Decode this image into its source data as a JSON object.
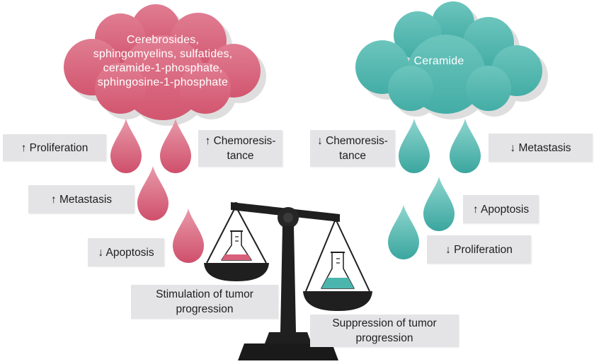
{
  "clouds": {
    "left": {
      "lines": [
        "Cerebrosides,",
        "sphingomyelins, sulfatides,",
        "ceramide-1-phosphate,",
        "sphingosine-1-phosphate"
      ],
      "color": "#d9607a"
    },
    "right": {
      "lines": [
        "Ceramide"
      ],
      "color": "#4cb5ad"
    }
  },
  "left_effects": {
    "proliferation": "↑ Proliferation",
    "chemoresistance_1": "↑ Chemoresis-",
    "chemoresistance_2": "tance",
    "metastasis": "↑ Metastasis",
    "apoptosis": "↓ Apoptosis"
  },
  "right_effects": {
    "chemoresistance_1": "↓ Chemoresis-",
    "chemoresistance_2": "tance",
    "metastasis": "↓ Metastasis",
    "apoptosis": "↑ Apoptosis",
    "proliferation": "↓ Proliferation"
  },
  "outcomes": {
    "stimulation_1": "Stimulation of tumor",
    "stimulation_2": "progression",
    "suppression_1": "Suppression of tumor",
    "suppression_2": "progression"
  },
  "colors": {
    "pink": "#d9607a",
    "teal": "#4cb5ad",
    "label_bg": "#e4e4e6",
    "scale": "#1f1f1f"
  }
}
